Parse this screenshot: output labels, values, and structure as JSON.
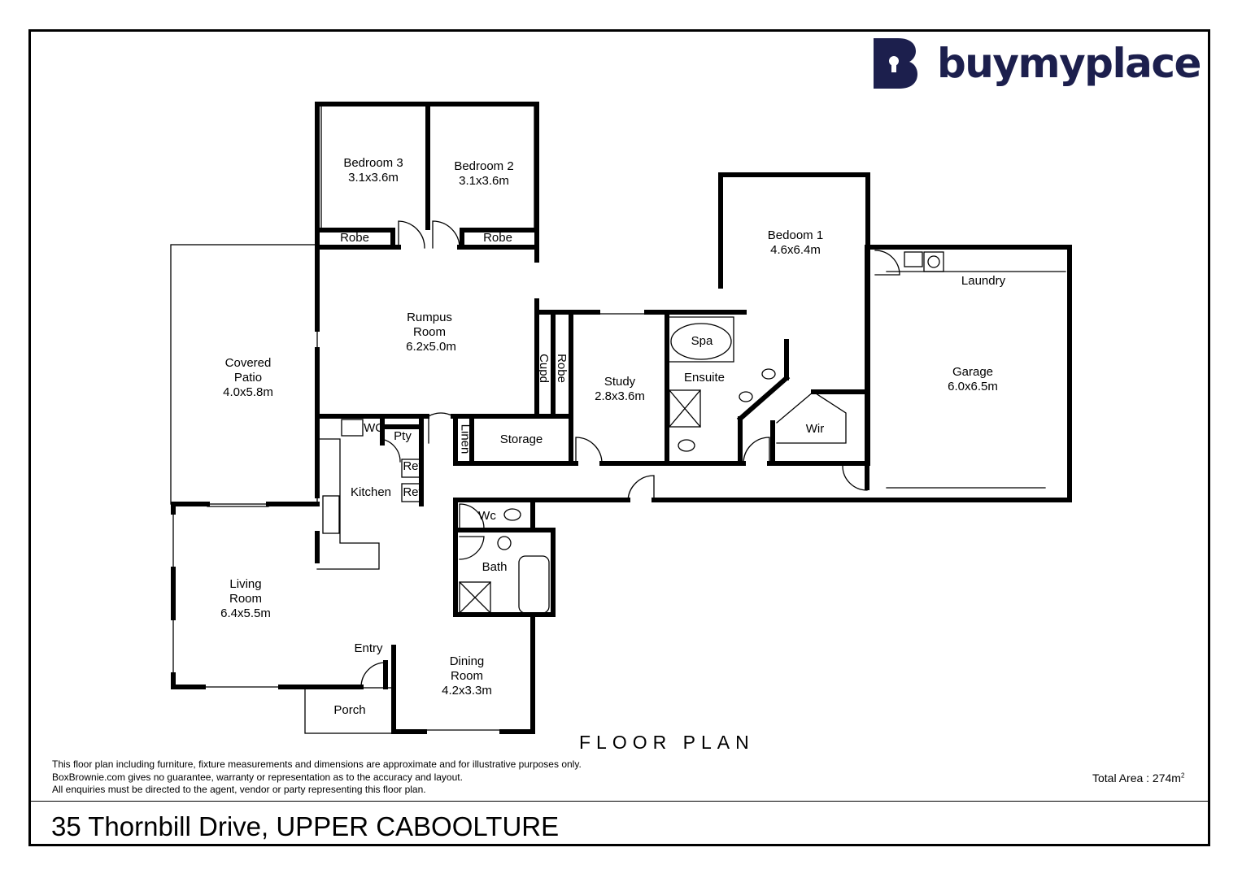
{
  "brand": {
    "name": "buymyplace",
    "logo_letter": "B",
    "color": "#1c1f4d"
  },
  "plan": {
    "title": "FLOOR PLAN",
    "rooms": {
      "bedroom3": {
        "name": "Bedroom 3",
        "size": "3.1x3.6m"
      },
      "bedroom2": {
        "name": "Bedroom 2",
        "size": "3.1x3.6m"
      },
      "robe_b3": "Robe",
      "robe_b2": "Robe",
      "rumpus": {
        "name_1": "Rumpus",
        "name_2": "Room",
        "size": "6.2x5.0m"
      },
      "patio": {
        "name_1": "Covered",
        "name_2": "Patio",
        "size": "4.0x5.8m"
      },
      "bedroom1": {
        "name": "Bedoom 1",
        "size": "4.6x6.4m"
      },
      "laundry": "Laundry",
      "garage": {
        "name": "Garage",
        "size": "6.0x6.5m"
      },
      "spa": "Spa",
      "ensuite": "Ensuite",
      "wir": "Wir",
      "study": {
        "name": "Study",
        "size": "2.8x3.6m"
      },
      "cupd": "Cupd",
      "robe_study": "Robe",
      "storage": "Storage",
      "linen": "Linen",
      "wo": "WO",
      "pty": "Pty",
      "ref1": "Ref",
      "ref2": "Ref",
      "kitchen": "Kitchen",
      "wc": "Wc",
      "bath": "Bath",
      "living": {
        "name_1": "Living",
        "name_2": "Room",
        "size": "6.4x5.5m"
      },
      "entry": "Entry",
      "porch": "Porch",
      "dining": {
        "name_1": "Dining",
        "name_2": "Room",
        "size": "4.2x3.3m"
      }
    }
  },
  "footer": {
    "disclaimer": [
      "This floor plan including furniture, fixture measurements and dimensions are approximate and for illustrative purposes only.",
      "BoxBrownie.com gives no guarantee, warranty or representation as to the accuracy and layout.",
      "All enquiries must be directed to the agent, vendor or party representing this floor plan."
    ],
    "total_area_label": "Total Area : 274m",
    "total_area_sup": "2",
    "address": "35 Thornbill Drive, UPPER CABOOLTURE"
  }
}
